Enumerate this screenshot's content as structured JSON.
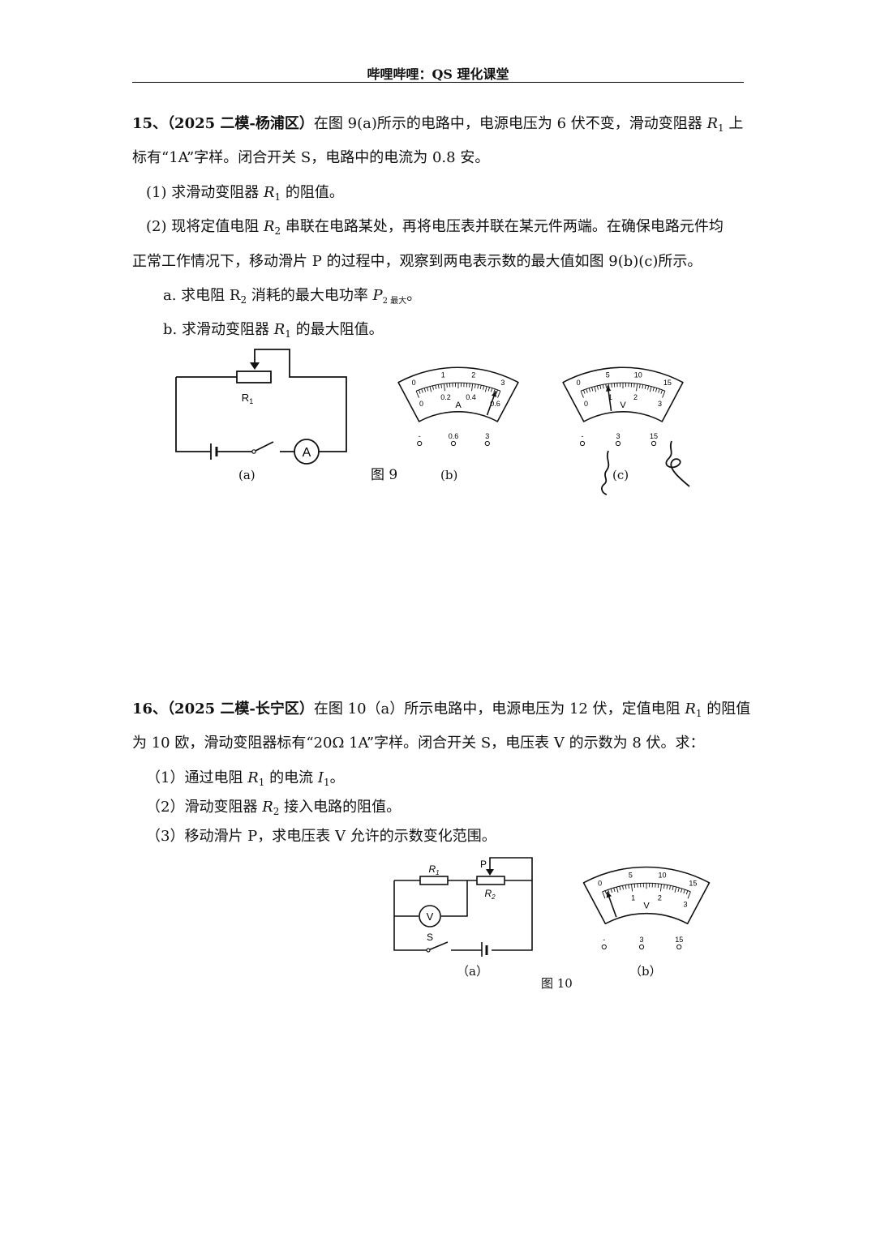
{
  "header": {
    "title": "哔哩哔哩：QS 理化课堂"
  },
  "q15": {
    "number": "15、",
    "source": "（2025 二模-杨浦区）",
    "stem_line1_a": "在图 9(a)所示的电路中，电源电压为 6 伏不变，滑动变阻器 ",
    "var_R1": "R",
    "var_R1_sub": "1",
    "stem_line1_b": " 上",
    "stem_line2": "标有“1A”字样。闭合开关 S，电路中的电流为 0.8 安。",
    "part1_a": "(1) 求滑动变阻器 ",
    "part1_b": " 的阻值。",
    "part2_line1_a": "(2) 现将定值电阻 ",
    "var_R2": "R",
    "var_R2_sub": "2",
    "part2_line1_b": " 串联在电路某处，再将电压表并联在某元件两端。在确保电路元件均",
    "part2_line2": "正常工作情况下，移动滑片 P 的过程中，观察到两电表示数的最大值如图 9(b)(c)所示。",
    "part2a_a": "a. 求电阻 R",
    "part2a_sub": "2",
    "part2a_b": " 消耗的最大电功率 ",
    "var_P2": "P",
    "var_P2_sub": "2 最大",
    "part2a_end": "。",
    "part2b_a": "b. 求滑动变阻器 ",
    "part2b_b": " 的最大阻值。",
    "figure": {
      "label": "图 9",
      "cap_a": "(a)",
      "cap_b": "(b)",
      "cap_c": "(c)",
      "resistor_label": "R",
      "resistor_sub": "1",
      "ammeter_symbol": "A",
      "ammeter": {
        "upper_ticks": [
          "0",
          "1",
          "2",
          "3"
        ],
        "lower_ticks": [
          "0",
          "0.2",
          "0.4",
          "0.6"
        ],
        "unit": "A",
        "terminals": [
          "-",
          "0.6",
          "3"
        ],
        "reading_fraction": 0.95
      },
      "voltmeter": {
        "upper_ticks": [
          "0",
          "5",
          "10",
          "15"
        ],
        "lower_ticks": [
          "0",
          "1",
          "2",
          "3"
        ],
        "unit": "V",
        "terminals": [
          "-",
          "3",
          "15"
        ],
        "reading_fraction": 0.32
      }
    }
  },
  "q16": {
    "number": "16、",
    "source": "（2025 二模-长宁区）",
    "stem_line1_a": "在图 10（a）所示电路中，电源电压为 12 伏，定值电阻 ",
    "var_R1": "R",
    "var_R1_sub": "1",
    "stem_line1_b": " 的阻值",
    "stem_line2": "为 10 欧，滑动变阻器标有“20Ω 1A”字样。闭合开关 S，电压表 V 的示数为 8 伏。求：",
    "part1_a": "（1）通过电阻 ",
    "part1_b": " 的电流 ",
    "var_I1": "I",
    "var_I1_sub": "1",
    "part1_end": "。",
    "part2_a": "（2）滑动变阻器 ",
    "var_R2": "R",
    "var_R2_sub": "2",
    "part2_b": " 接入电路的阻值。",
    "part3": "（3）移动滑片 P，求电压表 V 允许的示数变化范围。",
    "figure": {
      "label": "图 10",
      "cap_a": "（a）",
      "cap_b": "（b）",
      "r1_label": "R",
      "r1_sub": "1",
      "r2_label": "R",
      "r2_sub": "2",
      "slider_label": "P",
      "switch_label": "S",
      "voltmeter_symbol": "V",
      "voltmeter": {
        "upper_ticks": [
          "0",
          "5",
          "10",
          "15"
        ],
        "lower_ticks": [
          "1",
          "2",
          "3"
        ],
        "unit": "V",
        "terminals": [
          "-",
          "3",
          "15"
        ],
        "reading_fraction": 0.05
      }
    }
  }
}
